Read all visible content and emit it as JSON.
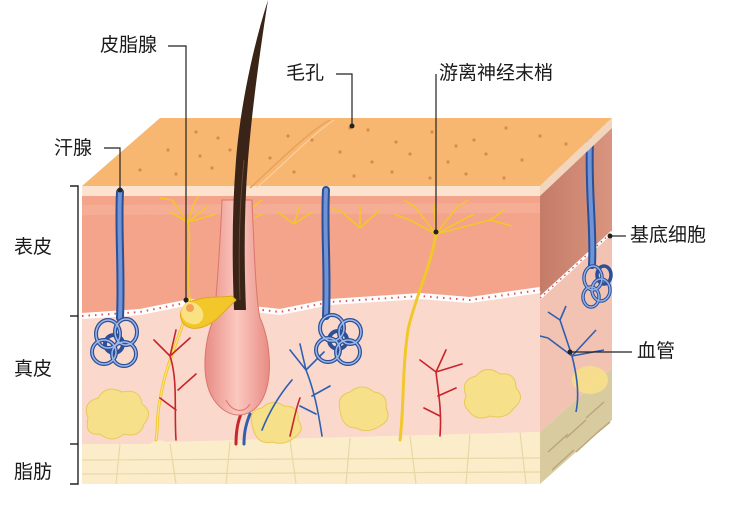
{
  "labels": {
    "sebaceous_gland": "皮脂腺",
    "pore": "毛孔",
    "free_nerve_endings": "游离神经末梢",
    "sweat_gland": "汗腺",
    "basal_cells": "基底细胞",
    "epidermis": "表皮",
    "blood_vessels": "血管",
    "dermis": "真皮",
    "fat": "脂肪"
  },
  "colors": {
    "skin_surface": "#F8B771",
    "epidermis": "#F4A48A",
    "dermis": "#FAD9CC",
    "fat": "#FBEDC9",
    "hair": "#3A2418",
    "sweat_gland": "#5B7FC4",
    "nerve": "#F2D23A",
    "artery": "#C8242C",
    "vein": "#2F5FB0"
  }
}
